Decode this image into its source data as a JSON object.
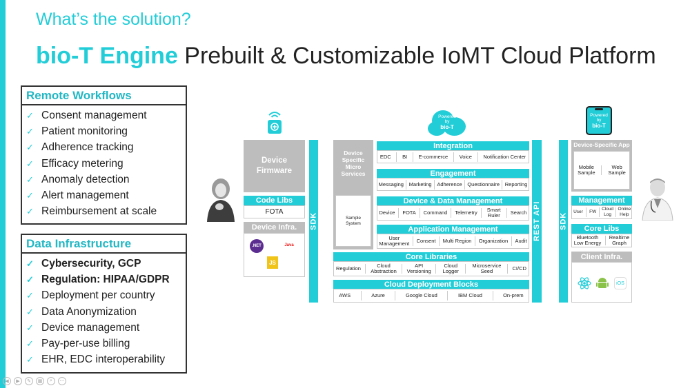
{
  "header": {
    "subtitle": "What’s the solution?",
    "title_brand": "bio-T Engine",
    "title_rest": " Prebuilt & Customizable IoMT Cloud Platform"
  },
  "remote_workflows": {
    "heading": "Remote Workflows",
    "items": [
      "Consent management",
      "Patient monitoring",
      "Adherence tracking",
      "Efficacy metering",
      "Anomaly detection",
      "Alert management",
      "Reimbursement at scale"
    ]
  },
  "data_infrastructure": {
    "heading": "Data Infrastructure",
    "items": [
      "Cybersecurity, GCP",
      "Regulation: HIPAA/GDPR",
      "Deployment per country",
      "Data Anonymization",
      "Device management",
      "Pay-per-use billing",
      "EHR, EDC interoperability"
    ]
  },
  "device_side": {
    "firmware": "Device Firmware",
    "code_libs_title": "Code Libs",
    "code_libs_item": "FOTA",
    "infra_title": "Device Infra.",
    "infra_icons": {
      "dotnet": ".NET",
      "java": "Java",
      "js": "JS"
    },
    "sdk": "SDK"
  },
  "cloud": {
    "badge": [
      "Powered",
      "by",
      "bio-T"
    ],
    "left_col_title": "Device Specific Micro Services",
    "left_col_item": "Sample System",
    "integration": {
      "title": "Integration",
      "items": [
        "EDC",
        "BI",
        "E-commerce",
        "Voice",
        "Notification Center"
      ]
    },
    "engagement": {
      "title": "Engagement",
      "items": [
        "Messaging",
        "Marketing",
        "Adherence",
        "Questionnaire",
        "Reporting"
      ]
    },
    "device_data": {
      "title": "Device & Data Management",
      "items": [
        "Device",
        "FOTA",
        "Command",
        "Telemetry",
        "Smart Ruler",
        "Search"
      ]
    },
    "app_mgmt": {
      "title": "Application Management",
      "items": [
        "User Management",
        "Consent",
        "Multi Region",
        "Organization",
        "Audit"
      ]
    },
    "core_libraries": {
      "title": "Core Libraries",
      "items": [
        "Regulation",
        "Cloud Abstraction",
        "API Versioning",
        "Cloud Logger",
        "Microservice Seed",
        "CI/CD"
      ]
    },
    "deployment": {
      "title": "Cloud Deployment Blocks",
      "items": [
        "AWS",
        "Azure",
        "Google Cloud",
        "IBM Cloud",
        "On-prem"
      ]
    },
    "rest_api": "REST API"
  },
  "client_side": {
    "badge": [
      "Powered",
      "by",
      "bio-T"
    ],
    "sdk": "SDK",
    "app_title": "Device-Specific App",
    "app_items": [
      "Mobile Sample",
      "Web Sample"
    ],
    "mgmt_title": "Management",
    "mgmt_items": [
      "User",
      "FW",
      "Cloud Log",
      "Online Help"
    ],
    "core_title": "Core Libs",
    "core_items": [
      "Bluetooth Low Energy",
      "Realtime Graph"
    ],
    "infra_title": "Client Infra.",
    "infra_icons": {
      "react": "React",
      "android": "Android",
      "ios": "iOS"
    }
  },
  "colors": {
    "accent": "#22cdd8",
    "brand_text": "#22b7c4",
    "grey_block": "#bdbdbd"
  }
}
